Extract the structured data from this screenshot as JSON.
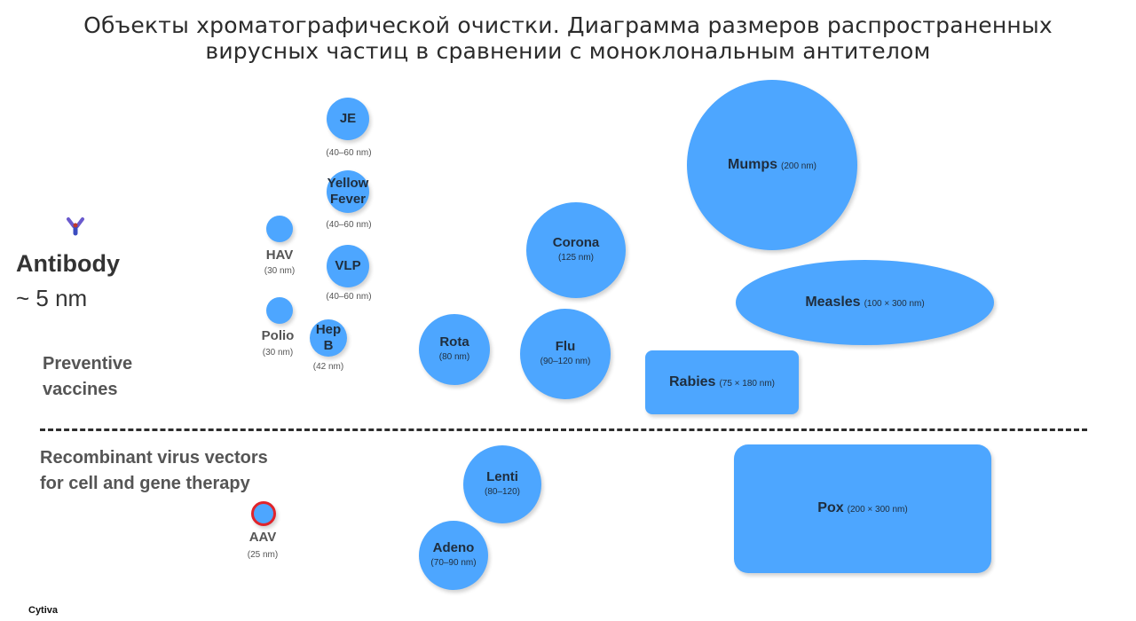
{
  "title": {
    "line1": "Объекты хроматографической очистки. Диаграмма размеров распространенных",
    "line2": "вирусных частиц в сравнении с моноклональным антителом"
  },
  "antibody": {
    "label": "Antibody",
    "size": "~ 5 nm"
  },
  "sections": {
    "preventive_line1": "Preventive",
    "preventive_line2": "vaccines",
    "recombinant_line1": "Recombinant virus vectors",
    "recombinant_line2": "for cell and gene therapy"
  },
  "viruses": {
    "je": {
      "name": "JE",
      "size": "(40–60 nm)"
    },
    "yellow_fever": {
      "name_line1": "Yellow",
      "name_line2": "Fever",
      "size": "(40–60 nm)"
    },
    "vlp": {
      "name": "VLP",
      "size": "(40–60 nm)"
    },
    "hep_b": {
      "name_line1": "Hep",
      "name_line2": "B",
      "size": "(42 nm)"
    },
    "hav": {
      "name": "HAV",
      "size": "(30 nm)"
    },
    "polio": {
      "name": "Polio",
      "size": "(30 nm)"
    },
    "rota": {
      "name": "Rota",
      "size": "(80 nm)"
    },
    "corona": {
      "name": "Corona",
      "size": "(125 nm)"
    },
    "flu": {
      "name": "Flu",
      "size": "(90–120 nm)"
    },
    "mumps": {
      "name": "Mumps",
      "size": "(200 nm)"
    },
    "measles": {
      "name": "Measles",
      "size": "(100 × 300 nm)"
    },
    "rabies": {
      "name": "Rabies",
      "size": "(75 × 180 nm)"
    },
    "lenti": {
      "name": "Lenti",
      "size": "(80–120)"
    },
    "adeno": {
      "name": "Adeno",
      "size": "(70–90 nm)"
    },
    "pox": {
      "name": "Pox",
      "size": "(200 × 300 nm)"
    },
    "aav": {
      "name": "AAV",
      "size": "(25 nm)"
    }
  },
  "colors": {
    "particle": "#4da6ff",
    "aav_outline": "#e0242b",
    "divider": "#2e2e2e"
  },
  "icons": {
    "antibody": "antibody-icon"
  },
  "brand": "Cytiva"
}
